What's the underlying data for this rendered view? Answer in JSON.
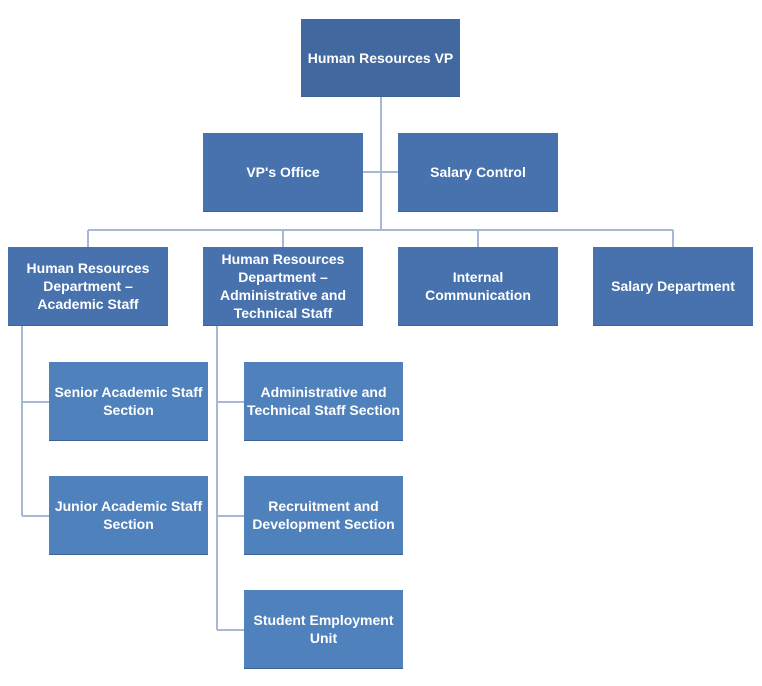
{
  "root": {
    "label": "Human Resources VP"
  },
  "assistants": [
    {
      "label": "VP's Office"
    },
    {
      "label": "Salary Control"
    }
  ],
  "departments": [
    {
      "label": "Human Resources Department – Academic Staff"
    },
    {
      "label": "Human Resources Department – Administrative and Technical Staff"
    },
    {
      "label": "Internal Communication"
    },
    {
      "label": "Salary Department"
    }
  ],
  "academic_sections": [
    {
      "label": "Senior Academic Staff Section"
    },
    {
      "label": "Junior Academic Staff Section"
    }
  ],
  "admin_sections": [
    {
      "label": "Administrative and Technical Staff Section"
    },
    {
      "label": "Recruitment and Development Section"
    },
    {
      "label": "Student Employment Unit"
    }
  ],
  "colors": {
    "box_fill": "#4f81bd",
    "connector": "#a6b8d4",
    "text": "#ffffff"
  }
}
